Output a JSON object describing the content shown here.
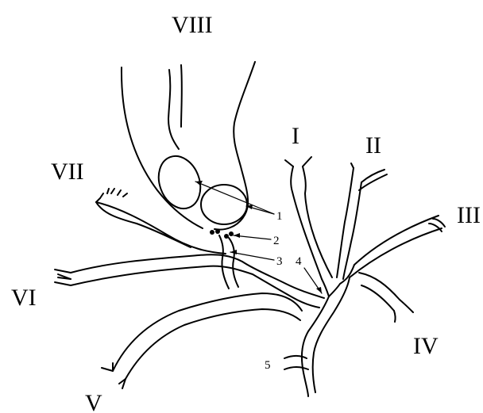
{
  "labels": {
    "roman": {
      "viii": "VIII",
      "i": "I",
      "ii": "II",
      "iii": "III",
      "iv": "IV",
      "v": "V",
      "vi": "VI",
      "vii": "VII"
    },
    "numbers": {
      "n1": "1",
      "n2": "2",
      "n3": "3",
      "n4": "4",
      "n5": "5"
    }
  }
}
